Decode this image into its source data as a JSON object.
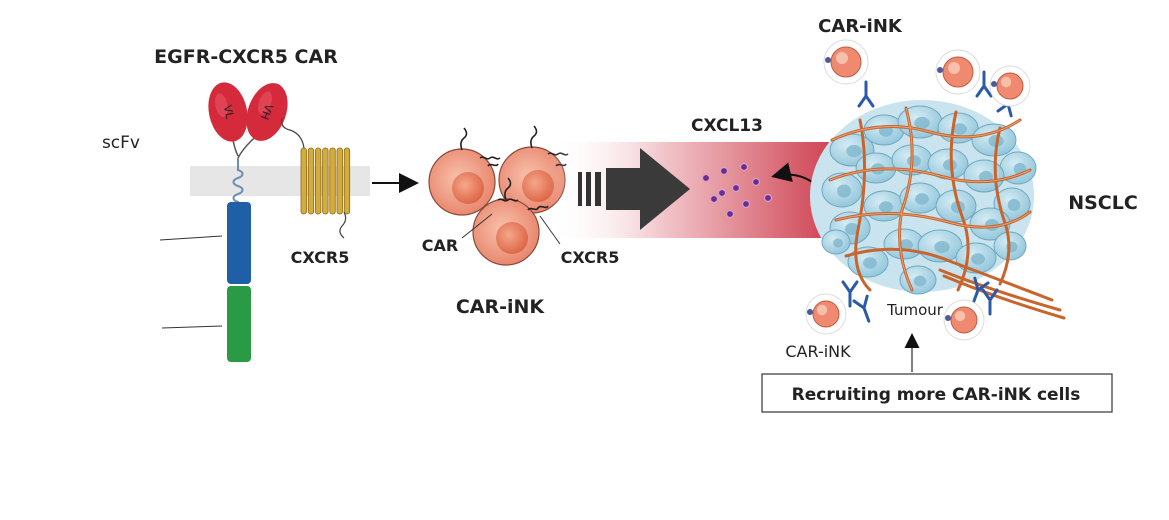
{
  "car_construct": {
    "title": "EGFR-CXCR5 CAR",
    "scfv_line2": "scFv",
    "vl_label": "VL",
    "vh_label": "VH",
    "receptor_label": "CXCR5"
  },
  "car_ink_cell": {
    "label": "CAR-iNK",
    "car_pointer": "CAR",
    "cxcr5_pointer": "CXCR5"
  },
  "migration": {
    "chemokine_name": "CXCL13"
  },
  "tumour_side": {
    "top_label": "CAR-iNK",
    "bottom_label": "CAR-iNK",
    "tumour_label": "Tumour",
    "nsclc_label": "NSCLC",
    "recruiting_box": "Recruiting more CAR-iNK cells"
  },
  "colors": {
    "vl_red": "#d42a3c",
    "costim_blue": "#1f5fa8",
    "signal_green": "#2a9a45",
    "cxcr5_gold": "#d4ac3c",
    "ink_orange": "#ef8a70",
    "tumour_blue": "#a9d3e3",
    "vessel_orange": "#c8642c",
    "dot_purple": "#6a2f8e"
  }
}
